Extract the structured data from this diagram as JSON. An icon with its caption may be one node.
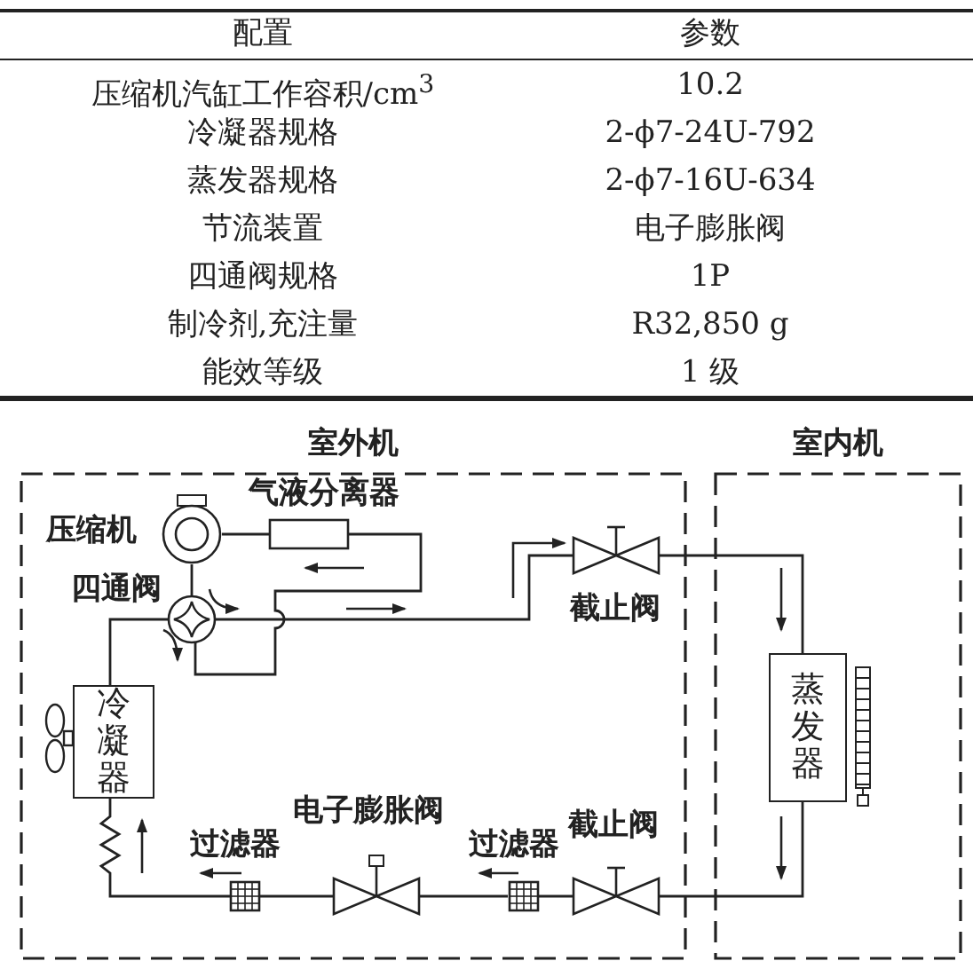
{
  "diagram": {
    "nodes": [
      {
        "text": [
          "室外机"
        ]
      },
      {
        "text": [
          "室内机"
        ]
      },
      {
        "text": [
          "压缩机"
        ],
        "in": 0
      },
      {
        "text": [
          "气液分离器"
        ],
        "in": 0
      },
      {
        "text": [
          "四通阀"
        ],
        "in": 0
      },
      {
        "text": [
          "截止阀"
        ],
        "in": 0
      },
      {
        "text": [
          "冷凝器"
        ],
        "in": 0
      },
      {
        "text": [
          "过滤器"
        ],
        "in": 0
      },
      {
        "text": [
          "电子膨胀阀"
        ],
        "in": 0
      },
      {
        "text": [
          "过滤器"
        ],
        "in": 0
      },
      {
        "text": [
          "截止阀"
        ],
        "in": 0
      },
      {
        "text": [
          "蒸发器"
        ],
        "in": 1
      }
    ],
    "edges": [
      {
        "from": 2,
        "to": 4,
        "arrow": "none"
      },
      {
        "from": 2,
        "to": 3,
        "arrow": "none"
      },
      {
        "from": 3,
        "to": 4,
        "arrow": "none"
      },
      {
        "from": 4,
        "to": 5,
        "arrow": "none"
      },
      {
        "from": 4,
        "to": 6,
        "arrow": "none"
      },
      {
        "from": 5,
        "to": 11,
        "arrow": "none"
      },
      {
        "from": 11,
        "to": 10,
        "arrow": "none"
      },
      {
        "from": 10,
        "to": 9,
        "arrow": "none"
      },
      {
        "from": 9,
        "to": 8,
        "arrow": "none"
      },
      {
        "from": 8,
        "to": 7,
        "arrow": "none"
      },
      {
        "from": 7,
        "to": 6,
        "arrow": "none"
      }
    ],
    "labels": [
      "配置",
      "参数",
      "压缩机汽缸工作容积/cm$^{3}$",
      "10.2",
      "冷凝器规格",
      "2-ϕ7-24U-792",
      "蒸发器规格",
      "2-ϕ7-16U-634",
      "节流装置",
      "电子膨胀阀",
      "四通阀规格",
      "1P",
      "制冷剂,充注量",
      "R32,850 g",
      "能效等级",
      "1 级"
    ]
  }
}
